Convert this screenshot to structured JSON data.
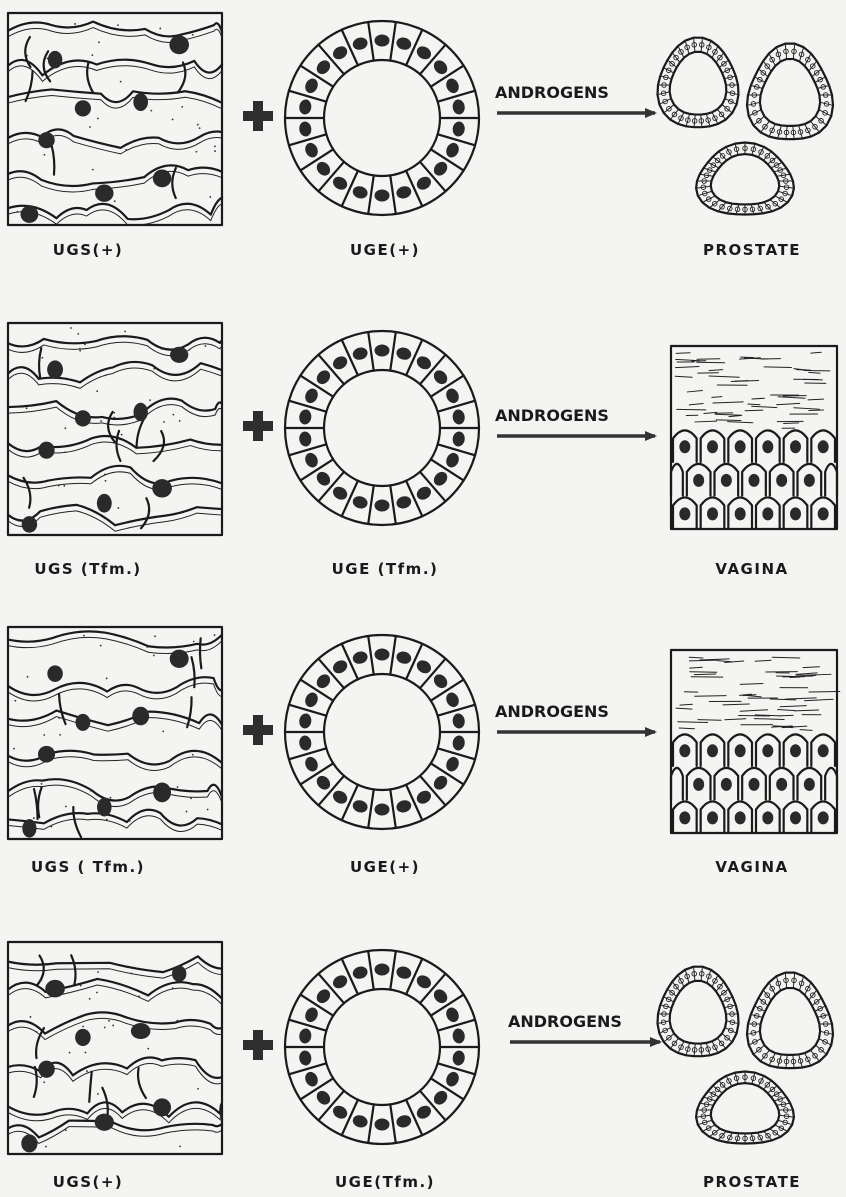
{
  "rows": [
    {
      "mesenchyme_label": "UGS(+)",
      "epithelium_label": "UGE(+)",
      "arrow_label": "ANDROGENS",
      "result_label": "PROSTATE",
      "result_type": "prostate"
    },
    {
      "mesenchyme_label": "UGS (Tfm.)",
      "epithelium_label": "UGE (Tfm.)",
      "arrow_label": "ANDROGENS",
      "result_label": "VAGINA",
      "result_type": "vagina"
    },
    {
      "mesenchyme_label": "UGS ( Tfm.)",
      "epithelium_label": "UGE(+)",
      "arrow_label": "ANDROGENS",
      "result_label": "VAGINA",
      "result_type": "vagina"
    },
    {
      "mesenchyme_label": "UGS(+)",
      "epithelium_label": "UGE(Tfm.)",
      "arrow_label": "ANDROGENS",
      "result_label": "PROSTATE",
      "result_type": "prostate"
    }
  ]
}
